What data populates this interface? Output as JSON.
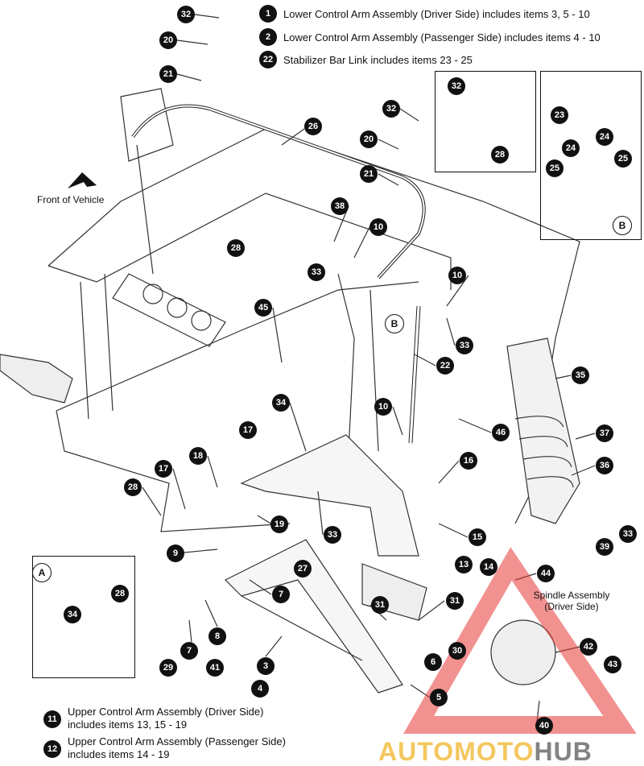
{
  "legend_top": [
    {
      "num": "1",
      "text": "Lower Control Arm Assembly (Driver Side) includes items 3, 5 - 10"
    },
    {
      "num": "2",
      "text": "Lower Control Arm Assembly (Passenger Side) includes items 4 - 10"
    },
    {
      "num": "22",
      "text": "Stabilizer Bar Link includes items 23 - 25"
    }
  ],
  "legend_bottom": [
    {
      "num": "11",
      "line1": "Upper Control Arm Assembly (Driver Side)",
      "line2": "includes items 13, 15 - 19"
    },
    {
      "num": "12",
      "line1": "Upper Control Arm Assembly (Passenger Side)",
      "line2": "includes items 14 - 19"
    }
  ],
  "labels": {
    "front_of_vehicle": "Front of Vehicle",
    "spindle_line1": "Spindle Assembly",
    "spindle_line2": "(Driver Side)"
  },
  "view_markers": {
    "b_main": "B",
    "b_inset": "B",
    "a_inset": "A"
  },
  "callouts": [
    "32",
    "20",
    "21",
    "26",
    "32",
    "20",
    "21",
    "38",
    "10",
    "28",
    "33",
    "10",
    "45",
    "33",
    "22",
    "35",
    "34",
    "10",
    "46",
    "17",
    "37",
    "18",
    "16",
    "36",
    "17",
    "28",
    "15",
    "33",
    "19",
    "33",
    "39",
    "9",
    "13",
    "14",
    "27",
    "44",
    "7",
    "31",
    "31",
    "8",
    "7",
    "29",
    "41",
    "3",
    "30",
    "6",
    "42",
    "43",
    "4",
    "5",
    "40"
  ],
  "inset_detail_callouts": [
    "32",
    "28"
  ],
  "inset_b_callouts": [
    "23",
    "24",
    "25",
    "24",
    "25"
  ],
  "inset_a_callouts": [
    "28",
    "34"
  ],
  "watermark": {
    "part1": "AUTOMOTO",
    "part2": "HUB"
  },
  "colors": {
    "callout": "#111111",
    "watermark_red": "#e53935",
    "watermark_gold": "#f0b428"
  }
}
